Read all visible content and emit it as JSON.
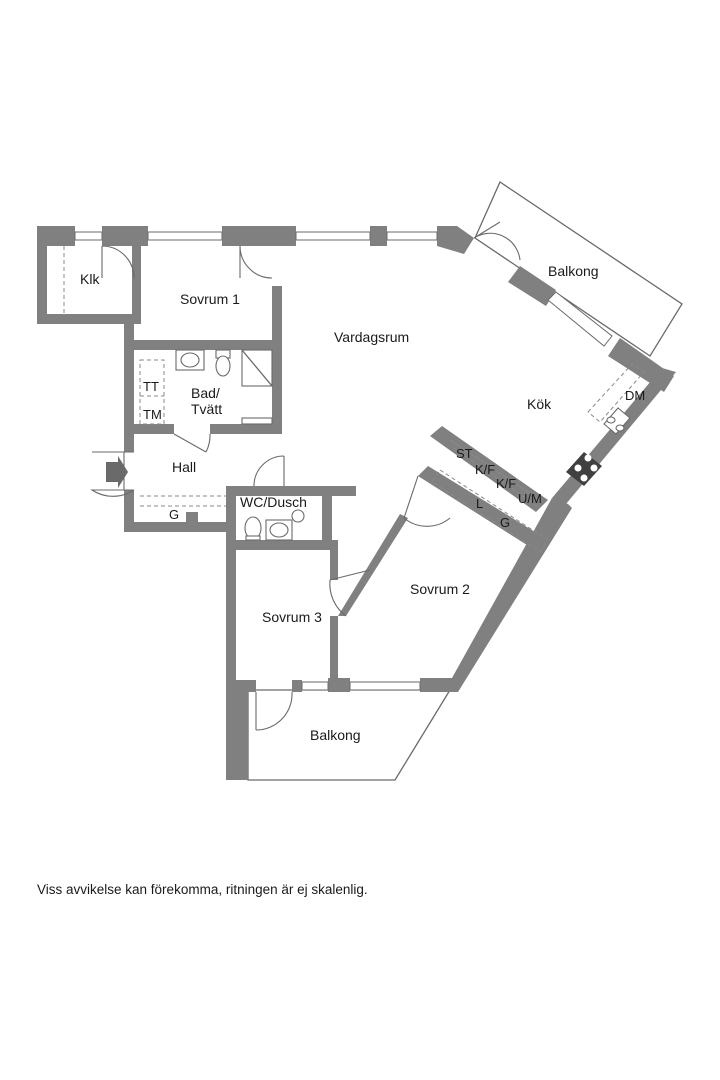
{
  "rooms": {
    "klk": "Klk",
    "sovrum1": "Sovrum 1",
    "vardagsrum": "Vardagsrum",
    "balkong_top": "Balkong",
    "kok": "Kök",
    "bad_line1": "Bad/",
    "bad_line2": "Tvätt",
    "hall": "Hall",
    "wc_dusch": "WC/Dusch",
    "sovrum2": "Sovrum 2",
    "sovrum3": "Sovrum 3",
    "balkong_bottom": "Balkong"
  },
  "fixtures": {
    "tt": "TT",
    "tm": "TM",
    "dm": "DM",
    "st": "ST",
    "kf1": "K/F",
    "kf2": "K/F",
    "um": "U/M",
    "l": "L",
    "g_bedroom": "G",
    "g_hall": "G"
  },
  "disclaimer": "Viss avvikelse kan förekomma, ritningen är ej skalenlig."
}
